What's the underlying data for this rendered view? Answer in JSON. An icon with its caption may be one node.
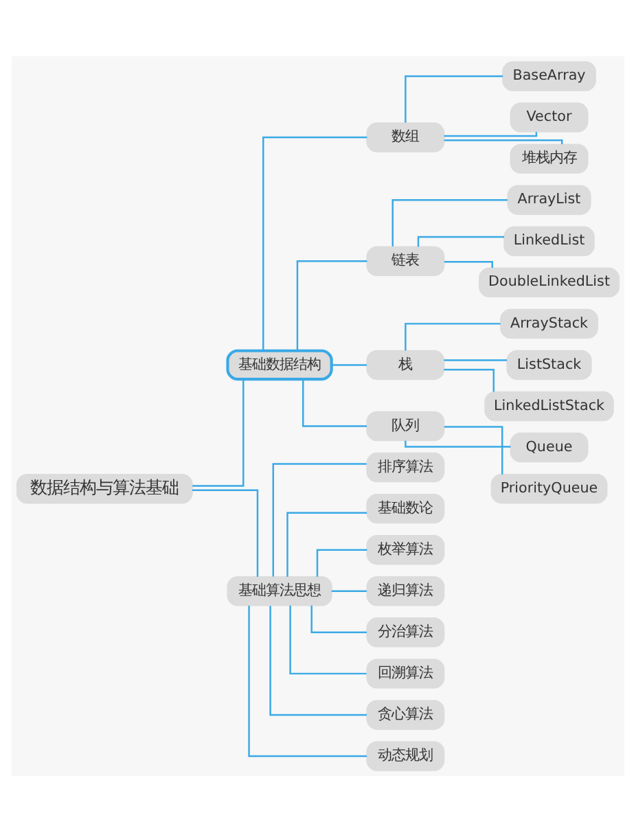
{
  "diagram": {
    "nodes": [
      {
        "text": [
          "数据结构与算法基础"
        ]
      },
      {
        "text": [
          "基础数据结构"
        ]
      },
      {
        "text": [
          "数组"
        ]
      },
      {
        "text": [
          "BaseArray"
        ]
      },
      {
        "text": [
          "Vector"
        ]
      },
      {
        "text": [
          "堆栈内存"
        ]
      },
      {
        "text": [
          "链表"
        ]
      },
      {
        "text": [
          "ArrayList"
        ]
      },
      {
        "text": [
          "LinkedList"
        ]
      },
      {
        "text": [
          "DoubleLinkedList"
        ]
      },
      {
        "text": [
          "栈"
        ]
      },
      {
        "text": [
          "ArrayStack"
        ]
      },
      {
        "text": [
          "ListStack"
        ]
      },
      {
        "text": [
          "LinkedListStack"
        ]
      },
      {
        "text": [
          "队列"
        ]
      },
      {
        "text": [
          "Queue"
        ]
      },
      {
        "text": [
          "PriorityQueue"
        ]
      },
      {
        "text": [
          "基础算法思想"
        ]
      },
      {
        "text": [
          "排序算法"
        ]
      },
      {
        "text": [
          "基础数论"
        ]
      },
      {
        "text": [
          "枚举算法"
        ]
      },
      {
        "text": [
          "递归算法"
        ]
      },
      {
        "text": [
          "分治算法"
        ]
      },
      {
        "text": [
          "回溯算法"
        ]
      },
      {
        "text": [
          "贪心算法"
        ]
      },
      {
        "text": [
          "动态规划"
        ]
      }
    ],
    "edges": [
      {
        "from": 0,
        "to": 1,
        "arrow": "none"
      },
      {
        "from": 1,
        "to": 2,
        "arrow": "none"
      },
      {
        "from": 2,
        "to": 3,
        "arrow": "none"
      },
      {
        "from": 2,
        "to": 4,
        "arrow": "none"
      },
      {
        "from": 2,
        "to": 5,
        "arrow": "none"
      },
      {
        "from": 1,
        "to": 6,
        "arrow": "none"
      },
      {
        "from": 6,
        "to": 7,
        "arrow": "none"
      },
      {
        "from": 6,
        "to": 8,
        "arrow": "none"
      },
      {
        "from": 6,
        "to": 9,
        "arrow": "none"
      },
      {
        "from": 1,
        "to": 10,
        "arrow": "none"
      },
      {
        "from": 10,
        "to": 11,
        "arrow": "none"
      },
      {
        "from": 10,
        "to": 12,
        "arrow": "none"
      },
      {
        "from": 10,
        "to": 13,
        "arrow": "none"
      },
      {
        "from": 1,
        "to": 14,
        "arrow": "none"
      },
      {
        "from": 14,
        "to": 15,
        "arrow": "none"
      },
      {
        "from": 14,
        "to": 16,
        "arrow": "none"
      },
      {
        "from": 0,
        "to": 17,
        "arrow": "none"
      },
      {
        "from": 17,
        "to": 18,
        "arrow": "none"
      },
      {
        "from": 17,
        "to": 19,
        "arrow": "none"
      },
      {
        "from": 17,
        "to": 20,
        "arrow": "none"
      },
      {
        "from": 17,
        "to": 21,
        "arrow": "none"
      },
      {
        "from": 17,
        "to": 22,
        "arrow": "none"
      },
      {
        "from": 17,
        "to": 23,
        "arrow": "none"
      },
      {
        "from": 17,
        "to": 24,
        "arrow": "none"
      },
      {
        "from": 17,
        "to": 25,
        "arrow": "none"
      }
    ]
  }
}
